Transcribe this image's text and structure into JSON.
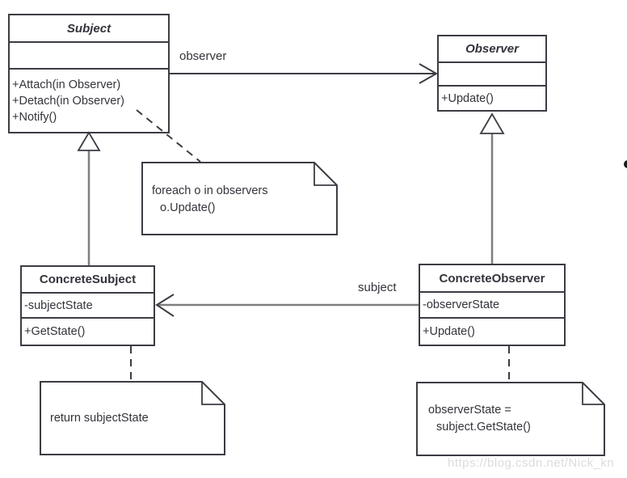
{
  "classes": {
    "subject": {
      "name": "Subject",
      "attributes": [],
      "methods": [
        "+Attach(in Observer)",
        "+Detach(in Observer)",
        "+Notify()"
      ]
    },
    "observer": {
      "name": "Observer",
      "attributes": [],
      "methods": [
        "+Update()"
      ]
    },
    "concrete_subject": {
      "name": "ConcreteSubject",
      "attributes": [
        "-subjectState"
      ],
      "methods": [
        "+GetState()"
      ]
    },
    "concrete_observer": {
      "name": "ConcreteObserver",
      "attributes": [
        "-observerState"
      ],
      "methods": [
        "+Update()"
      ]
    }
  },
  "labels": {
    "observer_association": "observer",
    "subject_association": "subject"
  },
  "notes": {
    "notify_note": {
      "line1": "foreach o in observers",
      "line2": "o.Update()"
    },
    "get_state_note": {
      "line1": "return subjectState"
    },
    "update_note": {
      "line1": "observerState =",
      "line2": "subject.GetState()"
    }
  },
  "watermark": "https://blog.csdn.net/Nick_kn",
  "colors": {
    "line_dark": "#3c3c44",
    "line_gray": "#7e7e7e",
    "note_fill": "#ffffff",
    "dot": "#1a1a1a",
    "text": "#33333b",
    "watermark": "#dcdcdc"
  }
}
